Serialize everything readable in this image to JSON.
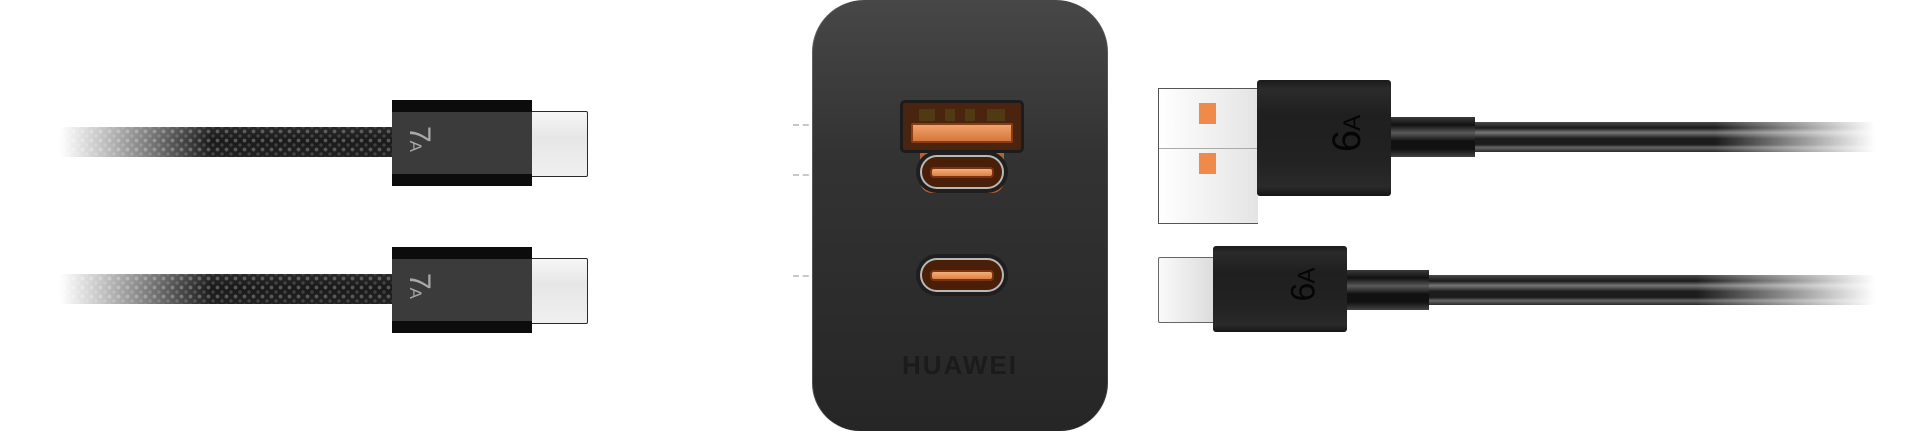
{
  "product": {
    "brand": "HUAWEI",
    "type": "Wall charger",
    "body_color": "#2f2f2f",
    "accent_color": "#e88a4c",
    "ports": [
      {
        "id": "usb-a",
        "label": "USB-A"
      },
      {
        "id": "usb-c-upper",
        "label": "USB-C"
      },
      {
        "id": "usb-c-lower",
        "label": "USB-C"
      }
    ]
  },
  "left_cables": [
    {
      "connector": "USB-C",
      "rating_number": "7",
      "rating_unit": "A",
      "style": "braided"
    },
    {
      "connector": "USB-C",
      "rating_number": "7",
      "rating_unit": "A",
      "style": "braided"
    }
  ],
  "right_cables": [
    {
      "connector": "USB-A",
      "rating_number": "6",
      "rating_unit": "A",
      "style": "smooth"
    },
    {
      "connector": "USB-C",
      "rating_number": "6",
      "rating_unit": "A",
      "style": "smooth"
    }
  ]
}
